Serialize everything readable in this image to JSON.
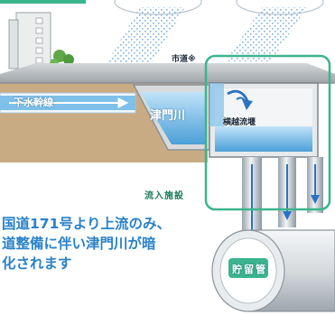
{
  "labels": {
    "sewer_main": "下水幹線",
    "tsumon_river": "津門川",
    "city_road": "市道※",
    "overflow_weir": "横越流堰",
    "inflow_facility": "流入施設",
    "storage_pipe": "貯留管"
  },
  "note": {
    "line1": "国道171号より上流のみ、",
    "line2": "道整備に伴い津門川が暗",
    "line3": "化されます"
  },
  "colors": {
    "accent_green": "#3bb58d",
    "water_blue": "#5aaee0",
    "note_blue": "#2a82c9",
    "ground": "#c9ab83",
    "concrete": "#c7c9cb"
  }
}
